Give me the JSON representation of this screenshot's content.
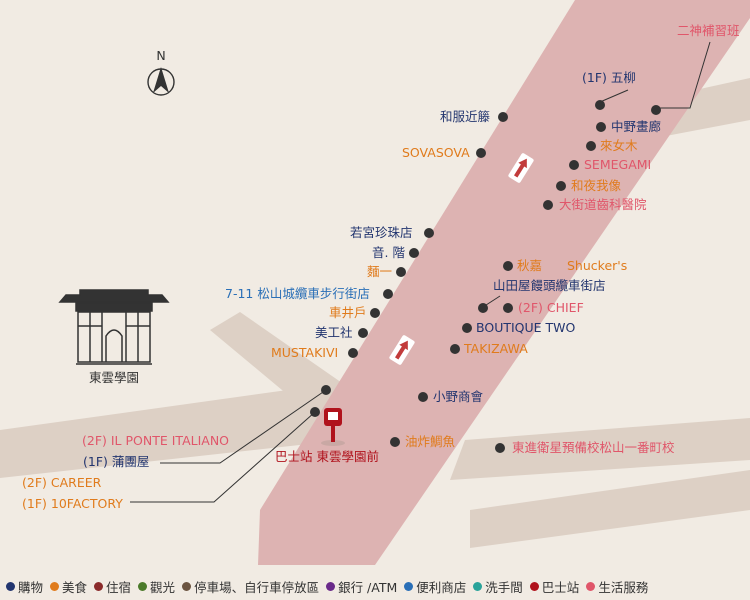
{
  "compass": {
    "label": "N"
  },
  "landmark": {
    "label": "東雲學園"
  },
  "colors": {
    "shopping": "#22356f",
    "food": "#e07b1c",
    "lodging": "#8b2b2b",
    "sightseeing": "#4b7a2a",
    "parking": "#6b5440",
    "bank": "#6a2a8a",
    "convenience": "#2a6fb7",
    "restroom": "#2aa39a",
    "bus": "#b0121c",
    "life": "#e0566a",
    "black": "#333333"
  },
  "labels": {
    "nishin": "二神補習班",
    "goryu": "(1F) 五柳",
    "wafuku": "和服近籐",
    "nakano": "中野畫廊",
    "kuru": "來女木",
    "sovasova": "SOVASOVA",
    "semegami": "SEMEGAMI",
    "wayasu": "和夜我像",
    "dental": "大街道齒科醫院",
    "wakamiya": "若宮珍珠店",
    "otokai": "音. 階",
    "menichi": "麵一",
    "akiyoshi": "秋嘉",
    "shuckers": "Shucker's",
    "seveneleven": "7-11 松山城纜車步行街店",
    "yamadaya": "山田屋饅頭纜車街店",
    "kurumaido": "車井戶",
    "chief": "(2F) CHIEF",
    "bikosha": "美工社",
    "boutique": "BOUTIQUE TWO",
    "mustakivi": "MUSTAKIVI",
    "takizawa": "TAKIZAWA",
    "onoshokai": "小野商會",
    "ilponte": "(2F) IL PONTE ITALIANO",
    "gamaya": "(1F) 蒲團屋",
    "busstop": "巴士站 東雲學園前",
    "tai": "油炸鯛魚",
    "toshin": "東進衛星預備校松山一番町校",
    "career": "(2F) CAREER",
    "tenfactory": "(1F) 10FACTORY"
  },
  "legend": [
    {
      "label": "購物",
      "color": "#22356f"
    },
    {
      "label": "美食",
      "color": "#e07b1c"
    },
    {
      "label": "住宿",
      "color": "#8b2b2b"
    },
    {
      "label": "觀光",
      "color": "#4b7a2a"
    },
    {
      "label": "停車場、自行車停放區",
      "color": "#6b5440"
    },
    {
      "label": "銀行 /ATM",
      "color": "#6a2a8a"
    },
    {
      "label": "便利商店",
      "color": "#2a6fb7"
    },
    {
      "label": "洗手間",
      "color": "#2aa39a"
    },
    {
      "label": "巴士站",
      "color": "#b0121c"
    },
    {
      "label": "生活服務",
      "color": "#e0566a"
    }
  ]
}
